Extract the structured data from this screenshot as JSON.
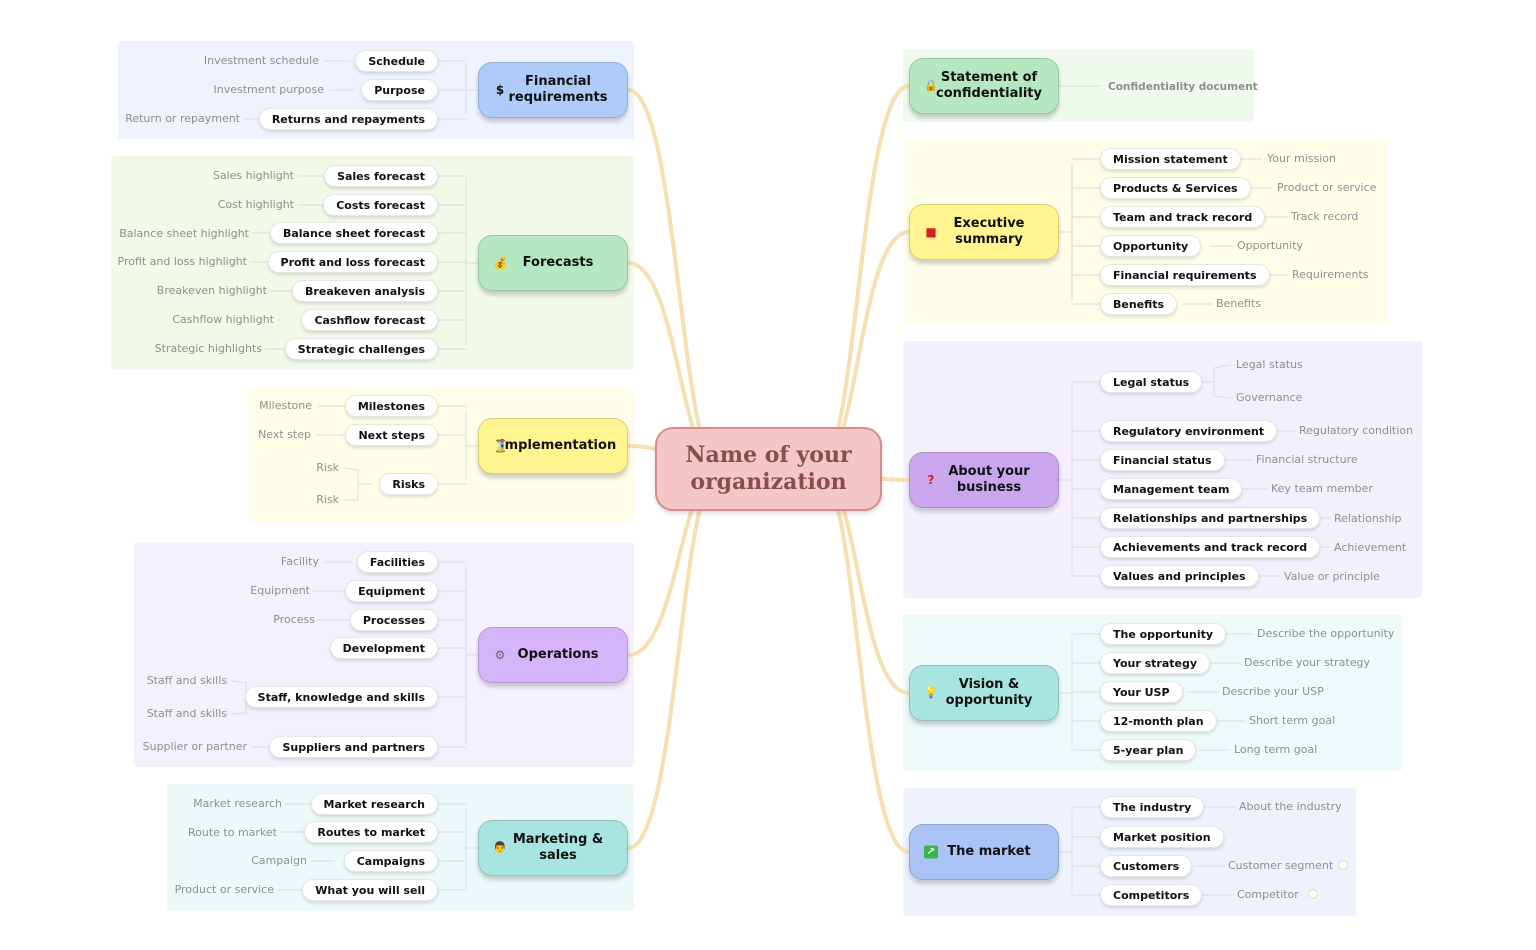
{
  "central": {
    "title": "Name of your organization"
  },
  "colors": {
    "blue": "#aecbfa",
    "green": "#b5e8c1",
    "yellow": "#fff48f",
    "purple": "#d6b4fa",
    "teal": "#a8e4e0",
    "lavender": "#c9a6ee",
    "cornflower": "#a9c4f5",
    "link": "#f6dfb0"
  },
  "left": [
    {
      "title": "Financial requirements",
      "icon": "dollar-icon",
      "glyph": "$",
      "items": [
        {
          "label": "Schedule",
          "leaves": [
            "Investment schedule"
          ]
        },
        {
          "label": "Purpose",
          "leaves": [
            "Investment purpose"
          ]
        },
        {
          "label": "Returns and repayments",
          "leaves": [
            "Return or repayment"
          ]
        }
      ]
    },
    {
      "title": "Forecasts",
      "icon": "money-bag-icon",
      "glyph": "💰",
      "items": [
        {
          "label": "Sales forecast",
          "leaves": [
            "Sales highlight"
          ]
        },
        {
          "label": "Costs forecast",
          "leaves": [
            "Cost highlight"
          ]
        },
        {
          "label": "Balance sheet forecast",
          "leaves": [
            "Balance sheet highlight"
          ]
        },
        {
          "label": "Profit and loss forecast",
          "leaves": [
            "Profit and loss highlight"
          ]
        },
        {
          "label": "Breakeven analysis",
          "leaves": [
            "Breakeven highlight"
          ]
        },
        {
          "label": "Cashflow forecast",
          "leaves": [
            "Cashflow highlight"
          ]
        },
        {
          "label": "Strategic challenges",
          "leaves": [
            "Strategic highlights"
          ]
        }
      ]
    },
    {
      "title": "Implementation",
      "icon": "hourglass-icon",
      "glyph": "⌛",
      "items": [
        {
          "label": "Milestones",
          "leaves": [
            "Milestone"
          ]
        },
        {
          "label": "Next steps",
          "leaves": [
            "Next step"
          ]
        },
        {
          "label": "Risks",
          "leaves": [
            "Risk",
            "Risk"
          ]
        }
      ]
    },
    {
      "title": "Operations",
      "icon": "gear-icon",
      "glyph": "⚙",
      "items": [
        {
          "label": "Facilities",
          "leaves": [
            "Facility"
          ]
        },
        {
          "label": "Equipment",
          "leaves": [
            "Equipment"
          ]
        },
        {
          "label": "Processes",
          "leaves": [
            "Process"
          ]
        },
        {
          "label": "Development",
          "leaves": []
        },
        {
          "label": "Staff, knowledge and skills",
          "leaves": [
            "Staff and skills",
            "Staff and skills"
          ]
        },
        {
          "label": "Suppliers and partners",
          "leaves": [
            "Supplier or partner"
          ]
        }
      ]
    },
    {
      "title": "Marketing & sales",
      "icon": "megaphone-person-icon",
      "glyph": "👨",
      "items": [
        {
          "label": "Market research",
          "leaves": [
            "Market research"
          ]
        },
        {
          "label": "Routes to market",
          "leaves": [
            "Route to market"
          ]
        },
        {
          "label": "Campaigns",
          "leaves": [
            "Campaign"
          ]
        },
        {
          "label": "What you will sell",
          "leaves": [
            "Product or service"
          ]
        }
      ]
    }
  ],
  "right": [
    {
      "title": "Statement of confidentiality",
      "icon": "lock-icon",
      "glyph": "🔒",
      "items": [
        {
          "label": "Confidentiality document",
          "leaves": []
        }
      ]
    },
    {
      "title": "Executive summary",
      "icon": "book-icon",
      "glyph": "■",
      "items": [
        {
          "label": "Mission statement",
          "leaves": [
            "Your mission"
          ]
        },
        {
          "label": "Products & Services",
          "leaves": [
            "Product or service"
          ]
        },
        {
          "label": "Team and track record",
          "leaves": [
            "Track record"
          ]
        },
        {
          "label": "Opportunity",
          "leaves": [
            "Opportunity"
          ]
        },
        {
          "label": "Financial requirements",
          "leaves": [
            "Requirements"
          ]
        },
        {
          "label": "Benefits",
          "leaves": [
            "Benefits"
          ]
        }
      ]
    },
    {
      "title": "About your business",
      "icon": "question-icon",
      "glyph": "?",
      "items": [
        {
          "label": "Legal status",
          "leaves": [
            "Legal status",
            "Governance"
          ]
        },
        {
          "label": "Regulatory environment",
          "leaves": [
            "Regulatory condition"
          ]
        },
        {
          "label": "Financial status",
          "leaves": [
            "Financial structure"
          ]
        },
        {
          "label": "Management team",
          "leaves": [
            "Key team member"
          ]
        },
        {
          "label": "Relationships and partnerships",
          "leaves": [
            "Relationship"
          ]
        },
        {
          "label": "Achievements and track record",
          "leaves": [
            "Achievement"
          ]
        },
        {
          "label": "Values and principles",
          "leaves": [
            "Value or principle"
          ]
        }
      ]
    },
    {
      "title": "Vision & opportunity",
      "icon": "lightbulb-icon",
      "glyph": "💡",
      "items": [
        {
          "label": "The opportunity",
          "leaves": [
            "Describe the opportunity"
          ]
        },
        {
          "label": "Your strategy",
          "leaves": [
            "Describe your strategy"
          ]
        },
        {
          "label": "Your USP",
          "leaves": [
            "Describe your USP"
          ]
        },
        {
          "label": "12-month plan",
          "leaves": [
            "Short term goal"
          ]
        },
        {
          "label": "5-year plan",
          "leaves": [
            "Long term goal"
          ]
        }
      ]
    },
    {
      "title": "The market",
      "icon": "chart-up-icon",
      "glyph": "↗",
      "items": [
        {
          "label": "The industry",
          "leaves": [
            "About the industry"
          ]
        },
        {
          "label": "Market position",
          "leaves": []
        },
        {
          "label": "Customers",
          "leaves": [
            "Customer segment"
          ]
        },
        {
          "label": "Competitors",
          "leaves": [
            "Competitor"
          ]
        }
      ]
    }
  ]
}
